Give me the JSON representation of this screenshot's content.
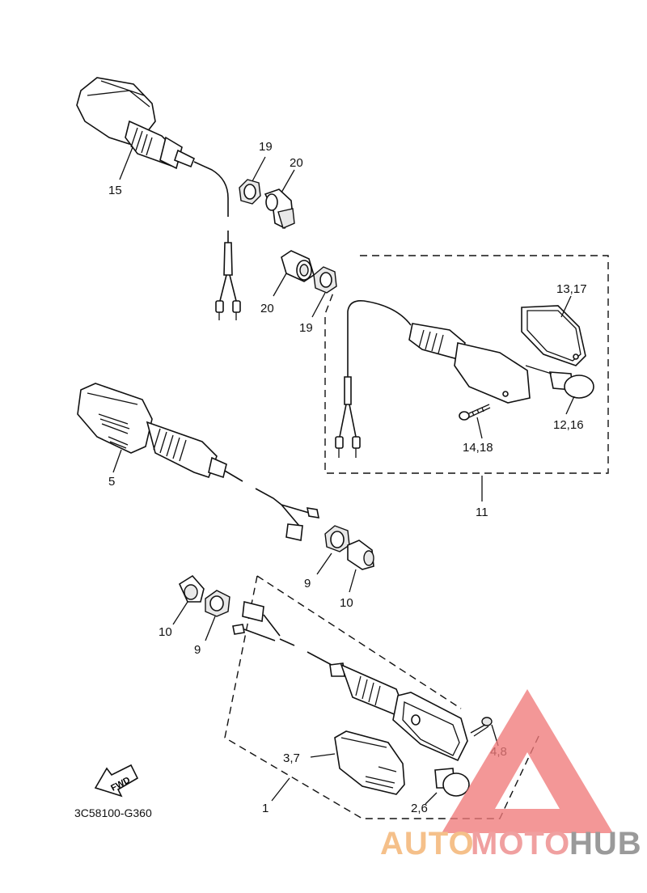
{
  "callouts": {
    "c15": "15",
    "c19a": "19",
    "c20a": "20",
    "c20b": "20",
    "c19b": "19",
    "c13_17": "13,17",
    "c12_16": "12,16",
    "c14_18": "14,18",
    "c11": "11",
    "c5": "5",
    "c9a": "9",
    "c10a": "10",
    "c10b": "10",
    "c9b": "9",
    "c4_8": "4,8",
    "c3_7": "3,7",
    "c2_6": "2,6",
    "c1": "1"
  },
  "fwd_arrow_text": "FWD",
  "diagram_code": "3C58100-G360",
  "watermark": {
    "part_auto": "AUTO",
    "part_moto": "MOTO",
    "part_hub": "HUB",
    "color_auto": "#f5c08a",
    "color_moto": "#f0a0a0",
    "color_hub": "#9a9a9a",
    "triangle_color": "#f07a7a"
  }
}
